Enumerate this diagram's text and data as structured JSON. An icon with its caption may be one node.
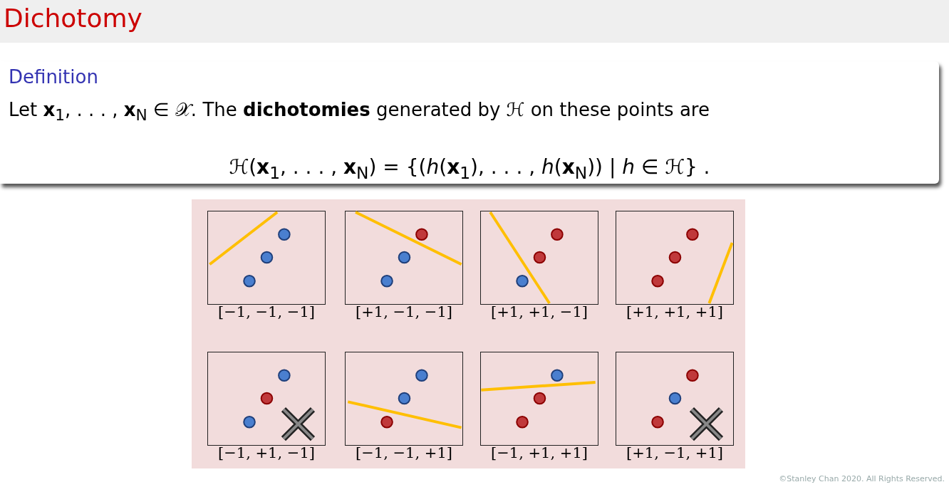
{
  "diagram": {
    "title": "Dichotomy",
    "nodes": [
      {
        "text": [
          "Definition",
          "Let **x**$_{1}$, . . . , **x**$_{N}$ ∈ 𝒳. The **dichotomies** generated by ℋ on these points are",
          "ℋ(**x**$_{1}$, . . . , **x**$_{N}$) = {(*h*(**x**$_{1}$), . . . , *h*(**x**$_{N}$)) | *h* ∈ ℋ} ."
        ]
      },
      {
        "text": [],
        "shape": "picture",
        "beside": [
          "[−1, −1, −1]"
        ]
      },
      {
        "text": [],
        "shape": "picture",
        "beside": [
          "[+1, −1, −1]"
        ]
      },
      {
        "text": [],
        "shape": "picture",
        "beside": [
          "[+1, +1, −1]"
        ]
      },
      {
        "text": [],
        "shape": "picture",
        "beside": [
          "[+1, +1, +1]"
        ]
      },
      {
        "text": [],
        "shape": "picture",
        "beside": [
          "[−1, +1, −1]"
        ]
      },
      {
        "text": [],
        "shape": "picture",
        "beside": [
          "[−1, −1, +1]"
        ]
      },
      {
        "text": [],
        "shape": "picture",
        "beside": [
          "[−1, +1, +1]"
        ]
      },
      {
        "text": [],
        "shape": "picture",
        "beside": [
          "[+1, −1, +1]"
        ]
      }
    ],
    "labels": [
      "©Stanley Chan 2020. All Rights Reserved."
    ]
  }
}
